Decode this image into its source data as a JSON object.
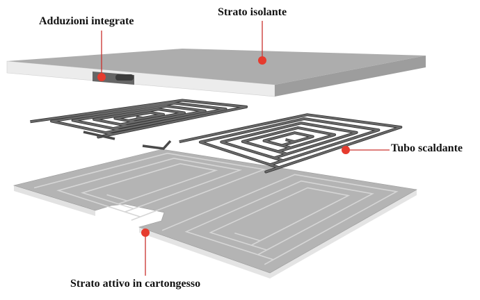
{
  "labels": {
    "insulating_layer": "Strato isolante",
    "integrated_supplies": "Adduzioni integrate",
    "heating_pipe": "Tubo scaldante",
    "active_layer": "Strato attivo in cartongesso"
  },
  "colors": {
    "marker": "#e63b2e",
    "leader": "#c9302c",
    "slab_top": "#adadad",
    "slab_side": "#ececec",
    "plate_top": "#b4b4b4",
    "pipe": "#4a4a4a"
  }
}
